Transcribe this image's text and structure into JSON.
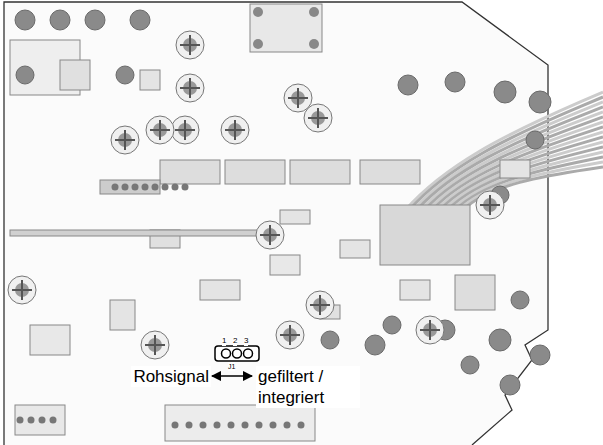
{
  "diagram": {
    "labels": [
      "1",
      "2",
      "3",
      "J1",
      "Rohsignal",
      "gefiltert / integriert"
    ]
  }
}
